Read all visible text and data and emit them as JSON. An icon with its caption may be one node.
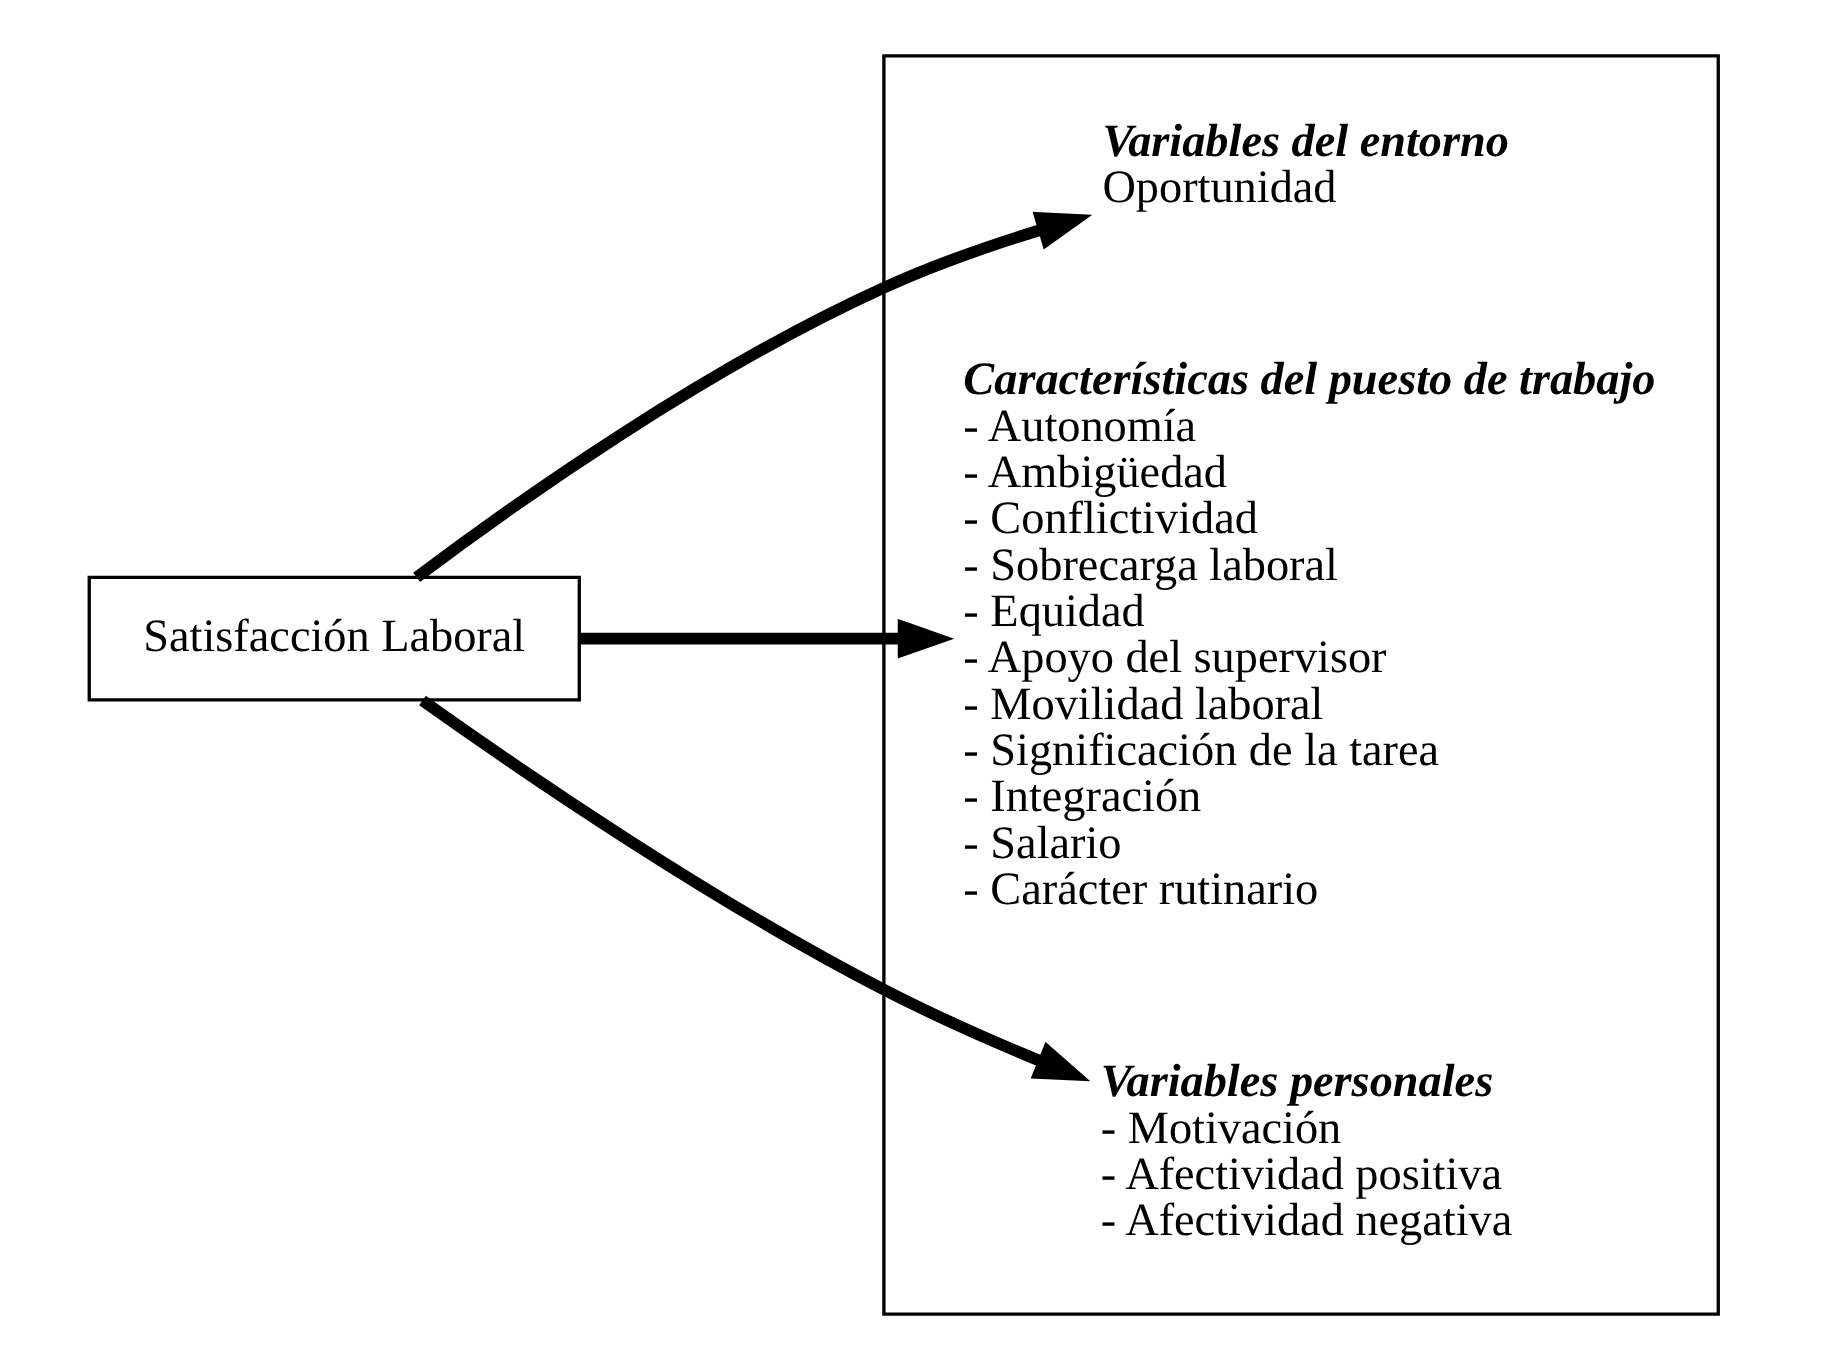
{
  "diagram": {
    "nodes": [
      {
        "text": [
          "Satisfacción Laboral"
        ]
      },
      {
        "text": [],
        "shape": "box"
      },
      {
        "text": [
          "Variables del entorno",
          "Oportunidad"
        ],
        "in": 1
      },
      {
        "text": [
          "Características del puesto de trabajo",
          "- Autonomía",
          "- Ambigüedad",
          "- Conflictividad",
          "- Sobrecarga laboral",
          "- Equidad",
          "- Apoyo del supervisor",
          "- Movilidad laboral",
          "- Significación de la tarea",
          "- Integración",
          "- Salario",
          "- Carácter rutinario"
        ],
        "in": 1
      },
      {
        "text": [
          "Variables personales",
          "- Motivación",
          "- Afectividad positiva",
          "- Afectividad negativa"
        ],
        "in": 1
      }
    ],
    "edges": [
      {
        "from": 0,
        "to": 2,
        "arrow": "to"
      },
      {
        "from": 0,
        "to": 3,
        "arrow": "to"
      },
      {
        "from": 0,
        "to": 4,
        "arrow": "to"
      }
    ]
  }
}
